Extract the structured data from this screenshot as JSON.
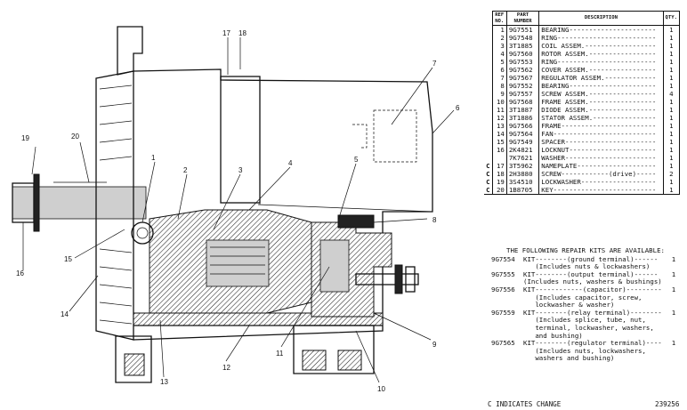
{
  "table_headers": {
    "ref": "REF NO.",
    "part": "PART NUMBER",
    "desc": "DESCRIPTION",
    "qty": "QTY."
  },
  "parts": [
    {
      "c": "",
      "ref": "1",
      "pn": "9G7551",
      "desc": "BEARING----------------------",
      "qty": "1"
    },
    {
      "c": "",
      "ref": "2",
      "pn": "9G7548",
      "desc": "RING-------------------------",
      "qty": "1"
    },
    {
      "c": "",
      "ref": "3",
      "pn": "3T1885",
      "desc": "COIL ASSEM.------------------",
      "qty": "1"
    },
    {
      "c": "",
      "ref": "4",
      "pn": "9G7560",
      "desc": "ROTOR ASSEM.-----------------",
      "qty": "1"
    },
    {
      "c": "",
      "ref": "5",
      "pn": "9G7553",
      "desc": "RING-------------------------",
      "qty": "1"
    },
    {
      "c": "",
      "ref": "6",
      "pn": "9G7562",
      "desc": "COVER ASSEM.-----------------",
      "qty": "1"
    },
    {
      "c": "",
      "ref": "7",
      "pn": "9G7567",
      "desc": "REGULATOR ASSEM.-------------",
      "qty": "1"
    },
    {
      "c": "",
      "ref": "8",
      "pn": "9G7552",
      "desc": "BEARING----------------------",
      "qty": "1"
    },
    {
      "c": "",
      "ref": "9",
      "pn": "9G7557",
      "desc": "SCREW ASSEM.-----------------",
      "qty": "4"
    },
    {
      "c": "",
      "ref": "10",
      "pn": "9G7568",
      "desc": "FRAME ASSEM.-----------------",
      "qty": "1"
    },
    {
      "c": "",
      "ref": "11",
      "pn": "3T1887",
      "desc": "DIODE ASSEM.-----------------",
      "qty": "1"
    },
    {
      "c": "",
      "ref": "12",
      "pn": "3T1886",
      "desc": "STATOR ASSEM.----------------",
      "qty": "1"
    },
    {
      "c": "",
      "ref": "13",
      "pn": "9G7566",
      "desc": "FRAME------------------------",
      "qty": "1"
    },
    {
      "c": "",
      "ref": "14",
      "pn": "9G7564",
      "desc": "FAN--------------------------",
      "qty": "1"
    },
    {
      "c": "",
      "ref": "15",
      "pn": "9G7549",
      "desc": "SPACER-----------------------",
      "qty": "1"
    },
    {
      "c": "",
      "ref": "16",
      "pn": "2K4821",
      "desc": "LOCKNUT----------------------",
      "qty": "1"
    },
    {
      "c": "",
      "ref": "",
      "pn": "7K7621",
      "desc": "WASHER-----------------------",
      "qty": "1"
    },
    {
      "c": "C",
      "ref": "17",
      "pn": "3T5962",
      "desc": "NAMEPLATE--------------------",
      "qty": "1"
    },
    {
      "c": "C",
      "ref": "18",
      "pn": "2H3880",
      "desc": "SCREW------------(drive)-----",
      "qty": "2"
    },
    {
      "c": "C",
      "ref": "19",
      "pn": "3S4510",
      "desc": "LOCKWASHER-------------------",
      "qty": "1"
    },
    {
      "c": "C",
      "ref": "20",
      "pn": "1B8705",
      "desc": "KEY--------------------------",
      "qty": "1"
    }
  ],
  "kits_title": "THE FOLLOWING REPAIR KITS ARE AVAILABLE:",
  "kits": [
    {
      "pn": "9G7554",
      "desc": "KIT--------(ground terminal)------\n   (Includes nuts & lockwashers)",
      "qty": "1"
    },
    {
      "pn": "9G7555",
      "desc": "KIT--------(output terminal)------\n(Includes nuts, washers & bushings)",
      "qty": "1"
    },
    {
      "pn": "9G7556",
      "desc": "KIT------------(capacitor)---------\n   (Includes capacitor, screw,\n   lockwasher & washer)",
      "qty": "1"
    },
    {
      "pn": "9G7559",
      "desc": "KIT--------(relay terminal)--------\n   (Includes splice, tube, nut,\n   terminal, lockwasher, washers,\n   and bushing)",
      "qty": "1"
    },
    {
      "pn": "9G7565",
      "desc": "KIT--------(regulator terminal)----\n   (Includes nuts, lockwashers,\n   washers and bushing)",
      "qty": "1"
    }
  ],
  "footnote": "C INDICATES CHANGE",
  "serial": "239256",
  "callouts": [
    "1",
    "2",
    "3",
    "4",
    "5",
    "6",
    "7",
    "8",
    "9",
    "10",
    "11",
    "12",
    "13",
    "14",
    "15",
    "16",
    "17",
    "18",
    "19",
    "20"
  ]
}
